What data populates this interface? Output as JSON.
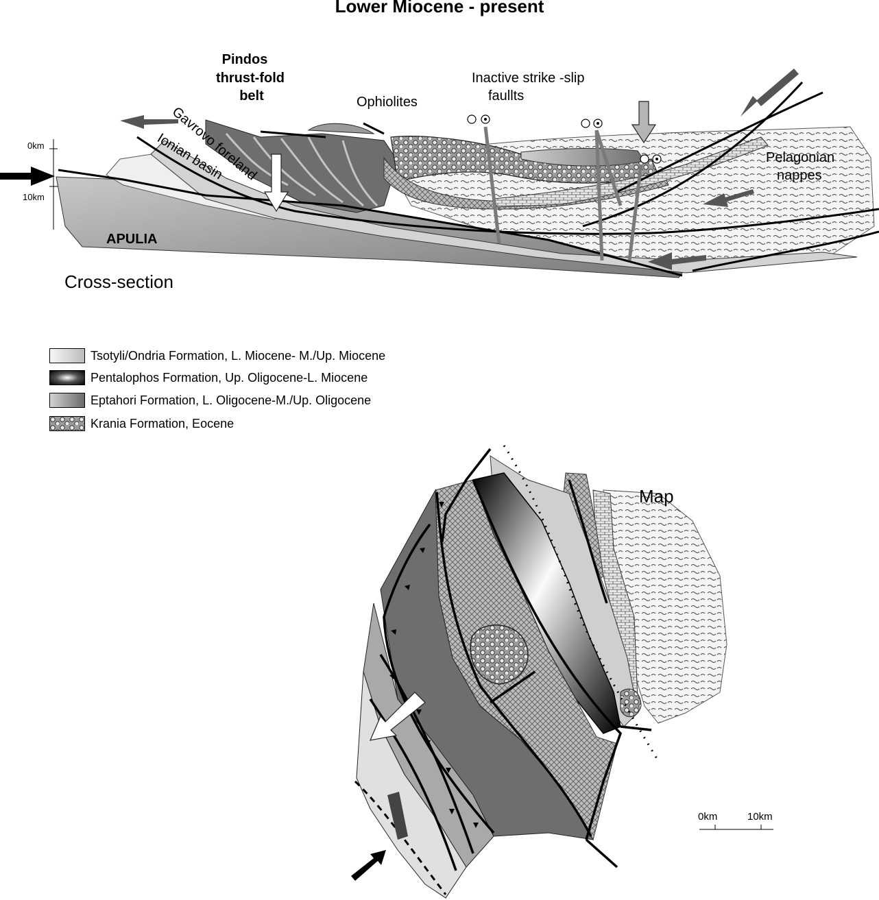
{
  "title": "Lower Miocene - present",
  "cross_section": {
    "caption": "Cross-section",
    "scale_top": "0km",
    "scale_bottom": "10km",
    "labels": {
      "pindos_line1": "Pindos",
      "pindos_line2": "thrust-fold",
      "pindos_line3": "belt",
      "ophiolites": "Ophiolites",
      "strike_slip_line1": "Inactive strike -slip",
      "strike_slip_line2": "faullts",
      "gavrovo": "Gavrovo foreland",
      "ionian": "Ionian basin",
      "apulia": "APULIA",
      "pelagonian_line1": "Pelagonian",
      "pelagonian_line2": "nappes"
    }
  },
  "legend": [
    {
      "label": "Tsotyli/Ondria Formation,  L. Miocene- M./Up. Miocene",
      "pattern": "light-gradient"
    },
    {
      "label": "Pentalophos Formation, Up. Oligocene-L. Miocene",
      "pattern": "dark-radial"
    },
    {
      "label": "Eptahori Formation, L. Oligocene-M./Up. Oligocene",
      "pattern": "grey-gradient"
    },
    {
      "label": "Krania Formation, Eocene",
      "pattern": "circles"
    }
  ],
  "map": {
    "caption": "Map",
    "scale_start": "0km",
    "scale_end": "10km"
  },
  "colors": {
    "dark_unit": "#6e6e6e",
    "mid_unit": "#a9a9a9",
    "light_unit": "#d9d9d9",
    "apulia": "#9a9a9a",
    "arrow_dark": "#555555"
  }
}
